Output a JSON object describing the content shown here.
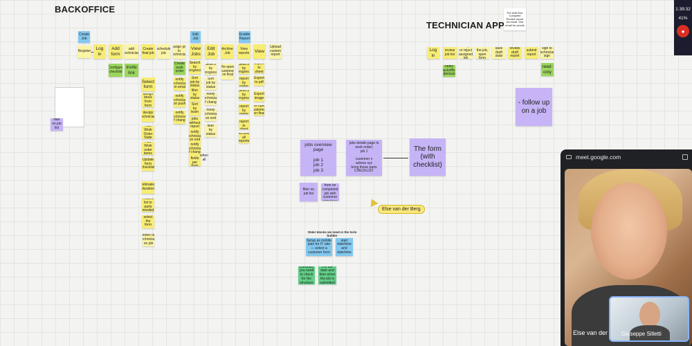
{
  "headings": {
    "backoffice": "BACKOFFICE",
    "technician": "TECHNICIAN APP"
  },
  "backoffice_top": {
    "create_job": "Create Job",
    "register": "Register",
    "login": "Log in",
    "add_form": "Add form",
    "add_technician": "add technician",
    "create_final_job": "Create final job",
    "schedule_job": "schedule job",
    "assign_technician": "assign job to technician",
    "edit_job": "Edit Job",
    "view_jobs": "View Jobs",
    "edit_job2": "Edit Job",
    "archive_job": "Archive Job",
    "enable_report": "Enable Report",
    "view_reports": "View reports",
    "view": "View",
    "upload_report": "Upload custom report"
  },
  "backoffice_cols": {
    "configure_checklist": "Configure checklist",
    "invite_link": "Invite link",
    "select_form": "Select form",
    "design_block": "design block from form",
    "design_technician": "design technician",
    "add_work_order_state": "Add Work Order State",
    "add_work_order_items": "Add Work order items",
    "update_form": "Update form checklist",
    "estimated_duration": "estimated duration",
    "related_parts": "related list to parts needed",
    "select_the_form": "select the form",
    "notes_small": "notes to technician on job",
    "create_work_order": "Create work order",
    "notify_technician": "notify technician on email",
    "notify_tech_push": "notify technician on push",
    "search_by_progress": "Search by progress",
    "sort_status": "Sort job by status",
    "notify_change": "notify technician of change",
    "notify_end": "notify technician on end",
    "sort_by_team": "Sort by team",
    "filter_status": "filter by status",
    "jobs_without_report": "jobs without report",
    "notify_technician_of": "notify technician of change",
    "export_to_sheet": "Export to sheet",
    "export_to_pdf": "Export to pdf",
    "search_by_progress2": "Search by progress",
    "find_report": "find report by name",
    "export_image": "Export image",
    "re_open": "Re-open customer on final",
    "assign_report": "assign report to client",
    "archive_reports": "Archive all reports",
    "status_fields": "Status fields per form",
    "note_mid": "mark as finished when all fields done"
  },
  "technician_row": {
    "login": "Log in",
    "review_job_list": "review job list",
    "accept_reject": "accept or reject assigned job",
    "start_job": "start the job, open form",
    "save_draft": "save draft state",
    "review_draft": "review draft report",
    "submit_report": "submit report",
    "sign_off": "sign to technician sign",
    "read_only": "read-only",
    "notify_bo": "notify backoffice submission",
    "pre_built": "Pre built flow Complete Review report via email. Use email for proofs"
  },
  "middle": {
    "jobs_overview": "jobs overview page\n\njob 1\njob 2\njob 3",
    "jobs_detail": "jobs details page in work order)\njob 1\n\ncustomer x\nadress xyz\nbring these parts\nCHECKLIST",
    "the_form": "The form (with checklist)",
    "follow_up": "- follow up on a job",
    "small_purple": "filter on job list",
    "small_purple2": "report from on completed job with customer signature",
    "widget_caption": "Older blocks we need in the form builder",
    "blue_text": "Setup as mobile plan for IT rate — select a customer form",
    "blue_date": "start date/time and date/time",
    "green_left": "Once created the checklist, you need to check for the structure to automatic fill",
    "green_right": "1-2 the date and time when the job is submitted"
  },
  "cursor_label": "Else van der Berg",
  "meet": {
    "url": "meet.google.com",
    "main_name": "Else van der Berg",
    "pip_name": "Giuseppe Silletti"
  },
  "status": {
    "time": "1:39:32",
    "battery": "41%"
  }
}
